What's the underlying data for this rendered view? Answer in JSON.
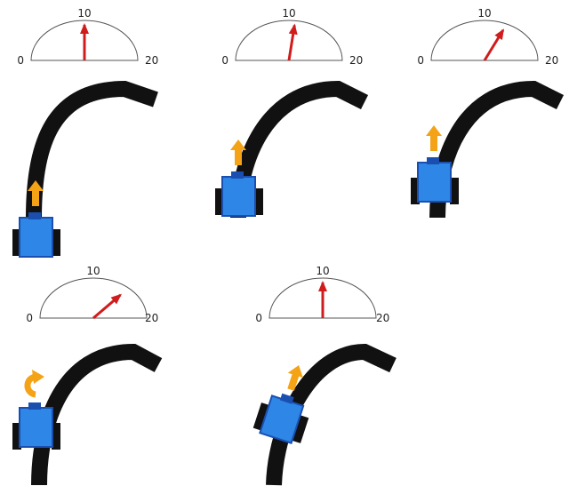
{
  "gauge": {
    "min_label": "0",
    "mid_label": "10",
    "max_label": "20",
    "min": 0,
    "max": 20
  },
  "panels": [
    {
      "reading": 10.0,
      "robot": "straight-arrow"
    },
    {
      "reading": 11.0,
      "robot": "straight-arrow"
    },
    {
      "reading": 13.5,
      "robot": "straight-arrow"
    },
    {
      "reading": 15.5,
      "robot": "turn-arrow"
    },
    {
      "reading": 10.0,
      "robot": "angled-arrow"
    }
  ],
  "colors": {
    "track": "#111111",
    "robot_body": "#2e86e6",
    "robot_outline": "#1a4fb0",
    "wheel": "#111111",
    "arrow": "#f4a316",
    "needle": "#d01c1c",
    "gauge_line": "#555555"
  },
  "icons": [
    "straight-arrow-icon",
    "u-turn-arrow-icon",
    "needle-icon"
  ]
}
